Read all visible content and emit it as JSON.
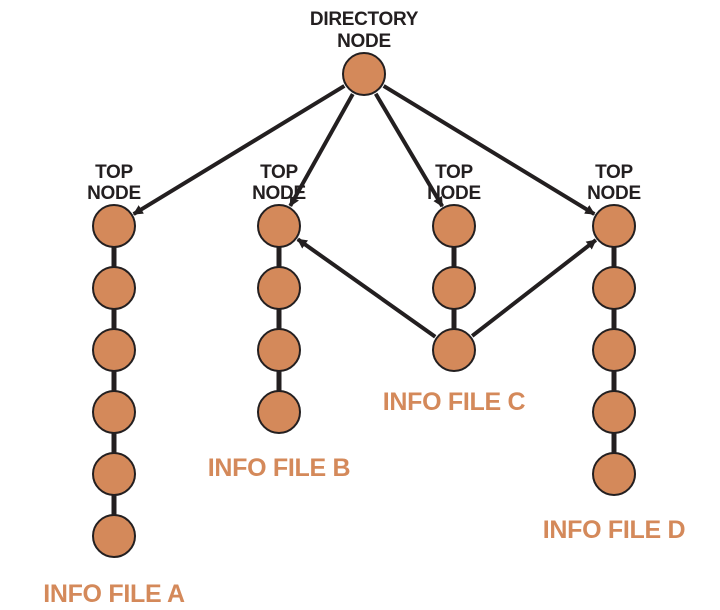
{
  "colors": {
    "node_fill": "#d4895a",
    "node_stroke": "#231f20",
    "edge": "#231f20",
    "label": "#d4895a"
  },
  "directory": {
    "label_line1": "DIRECTORY",
    "label_line2": "NODE"
  },
  "top_nodes": [
    {
      "line1": "TOP",
      "line2": "NODE"
    },
    {
      "line1": "TOP",
      "line2": "NODE"
    },
    {
      "line1": "TOP",
      "line2": "NODE"
    },
    {
      "line1": "TOP",
      "line2": "NODE"
    }
  ],
  "info_files": [
    {
      "label": "INFO FILE A",
      "node_count": 6
    },
    {
      "label": "INFO FILE B",
      "node_count": 4
    },
    {
      "label": "INFO FILE C",
      "node_count": 3
    },
    {
      "label": "INFO FILE D",
      "node_count": 5
    }
  ],
  "links": [
    {
      "from": "directory",
      "to": "top-a"
    },
    {
      "from": "directory",
      "to": "top-b"
    },
    {
      "from": "directory",
      "to": "top-c"
    },
    {
      "from": "directory",
      "to": "top-d"
    },
    {
      "from": "info-c-last",
      "to": "top-b"
    },
    {
      "from": "info-c-last",
      "to": "top-d"
    }
  ]
}
